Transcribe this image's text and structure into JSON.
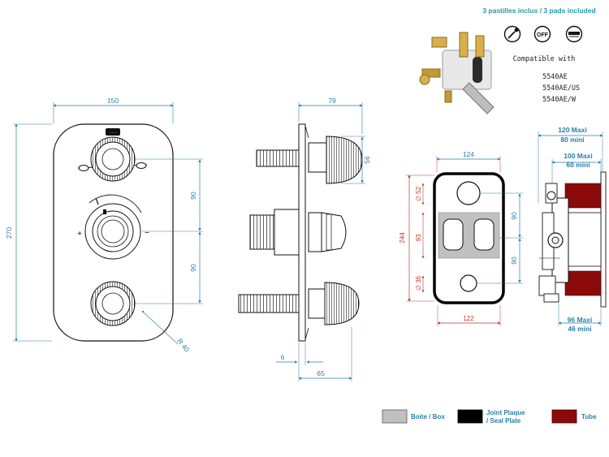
{
  "header": {
    "pads_note": "3 pastilles inclus / 3 pads included",
    "compatible_label": "Compatible with",
    "models": [
      "5540AE",
      "5540AE/US",
      "5540AE/W"
    ],
    "off_label": "OFF"
  },
  "front_view": {
    "width": "150",
    "height": "270",
    "spacing_top": "90",
    "spacing_bottom": "90",
    "radius": "R 40",
    "plus": "+",
    "minus": "−"
  },
  "side_view": {
    "depth": "79",
    "handle": "56",
    "plate": "6",
    "body": "65"
  },
  "box_view": {
    "width_top": "124",
    "width_bottom": "122",
    "height": "244",
    "hole_top": "∅ 52",
    "hole_bottom": "∅ 36",
    "center": "93",
    "spacing_top": "90",
    "spacing_bottom": "90"
  },
  "depth_view": {
    "max_depth": "120 Maxi",
    "min_depth": "80 mini",
    "max_box": "100 Maxi",
    "min_box": "60 mini",
    "max_front": "96 Maxi",
    "min_front": "46 mini"
  },
  "legend": [
    {
      "label_lines": [
        "Boite / Box"
      ],
      "color": "#c0c0c0"
    },
    {
      "label_lines": [
        "Joint Plaque",
        "/ Seal Plate"
      ],
      "color": "#000000"
    },
    {
      "label_lines": [
        "Tube"
      ],
      "color": "#8b0a0a"
    }
  ]
}
